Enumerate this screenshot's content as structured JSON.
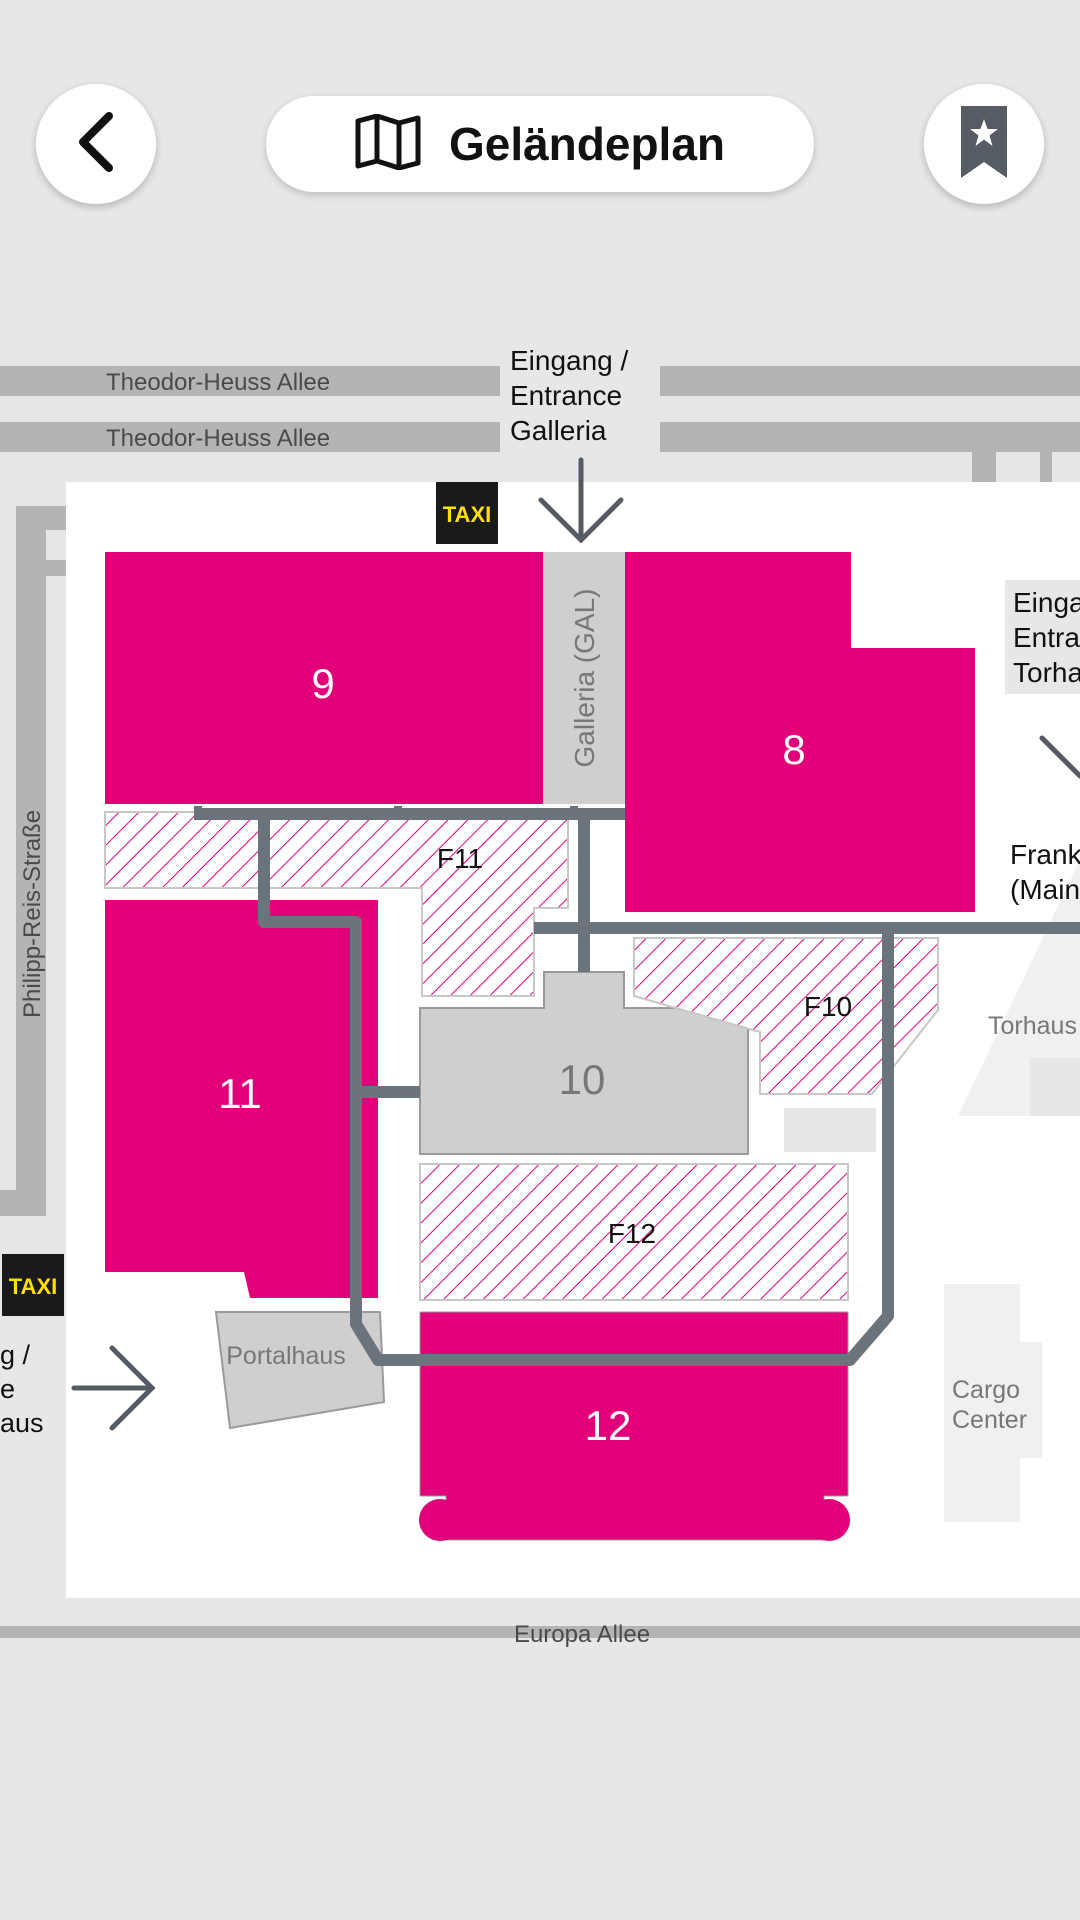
{
  "header": {
    "title": "Geländeplan",
    "back_icon": "chevron-left-icon",
    "map_icon": "map-icon",
    "favorite_icon": "bookmark-star-icon"
  },
  "colors": {
    "hall": "#e2007a",
    "hall_grey": "#cfcfcf",
    "street": "#b4b4b4",
    "path": "#6b737b",
    "taxi_bg": "#1a1a1a",
    "taxi_text": "#ffe000"
  },
  "map": {
    "streets": {
      "theodor_1": "Theodor-Heuss Allee",
      "theodor_2": "Theodor-Heuss Allee",
      "philipp": "Philipp-Reis-Straße",
      "europa": "Europa Allee"
    },
    "entrance_galleria": [
      "Eingang /",
      "Entrance",
      "Galleria"
    ],
    "entrance_torhaus": [
      "Einga",
      "Entra",
      "Torha"
    ],
    "entrance_portalhaus": [
      "g /",
      "e",
      "aus"
    ],
    "frankfurt": [
      "Frank",
      "(Main"
    ],
    "halls": {
      "h9": "9",
      "h8": "8",
      "h11": "11",
      "h10": "10",
      "h12": "12",
      "galleria": "Galleria (GAL)"
    },
    "areas": {
      "f11": "F11",
      "f10": "F10",
      "f12": "F12"
    },
    "buildings": {
      "portalhaus": "Portalhaus",
      "torhaus": "Torhaus",
      "cargo_1": "Cargo",
      "cargo_2": "Center"
    },
    "taxi_1": "TAXI",
    "taxi_2": "TAXI"
  }
}
